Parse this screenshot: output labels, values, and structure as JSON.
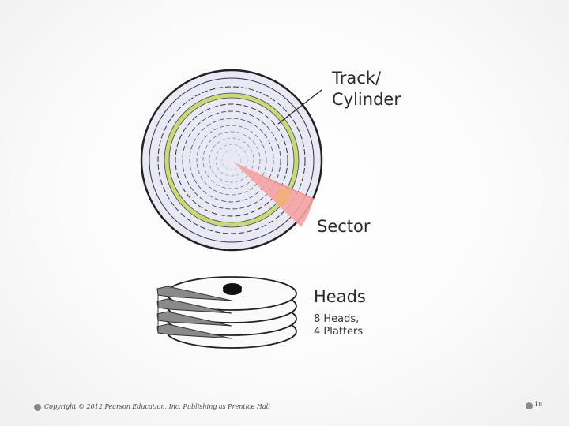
{
  "diagram": {
    "track_label_line1": "Track/",
    "track_label_line2": "Cylinder",
    "sector_label": "Sector",
    "heads_label": "Heads",
    "heads_detail_line1": "8 Heads,",
    "heads_detail_line2": "4 Platters"
  },
  "footer": {
    "copyright": "Copyright © 2012 Pearson Education, Inc. Publishing as Prentice Hall",
    "page_number": "18"
  },
  "colors": {
    "platter_fill": "#eaeaf6",
    "track_highlight": "#c8d878",
    "sector_fill": "#f4a0a0",
    "head_arm": "#8c8c8c"
  }
}
